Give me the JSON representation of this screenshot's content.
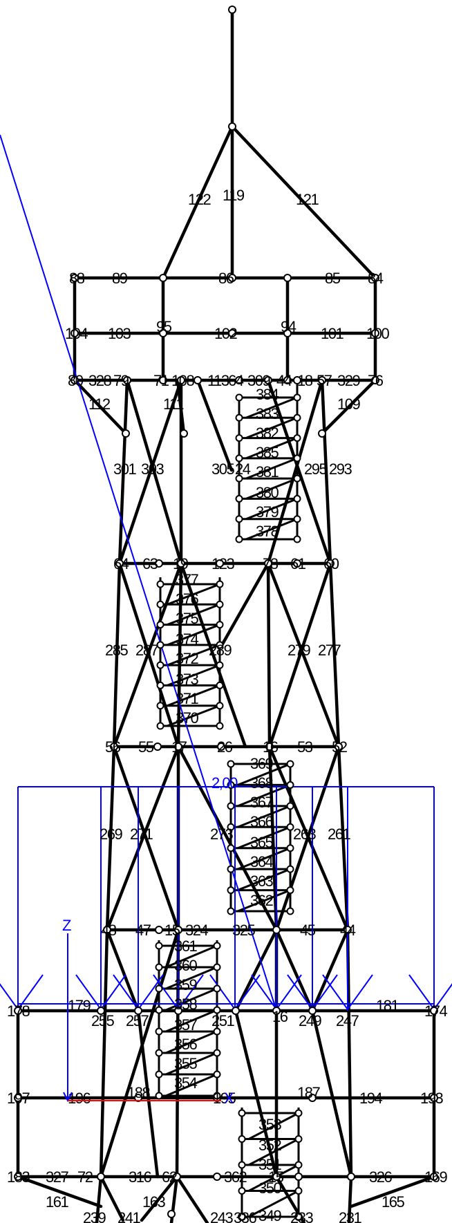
{
  "labels": [
    {
      "id": "l122",
      "t": "122"
    },
    {
      "id": "l119",
      "t": "119"
    },
    {
      "id": "l121",
      "t": "121"
    },
    {
      "id": "l88",
      "t": "88"
    },
    {
      "id": "l89",
      "t": "89"
    },
    {
      "id": "l86",
      "t": "86"
    },
    {
      "id": "l85",
      "t": "85"
    },
    {
      "id": "l84",
      "t": "84"
    },
    {
      "id": "l104",
      "t": "104"
    },
    {
      "id": "l103",
      "t": "103"
    },
    {
      "id": "l95",
      "t": "95"
    },
    {
      "id": "l102",
      "t": "102"
    },
    {
      "id": "l94",
      "t": "94"
    },
    {
      "id": "l101",
      "t": "101"
    },
    {
      "id": "l100",
      "t": "100"
    },
    {
      "id": "l80",
      "t": "80"
    },
    {
      "id": "l328",
      "t": "328"
    },
    {
      "id": "l79",
      "t": "79"
    },
    {
      "id": "l71",
      "t": "71"
    },
    {
      "id": "l108",
      "t": "108"
    },
    {
      "id": "l113",
      "t": "113"
    },
    {
      "id": "l64",
      "t": "64"
    },
    {
      "id": "l309",
      "t": "309"
    },
    {
      "id": "l44",
      "t": "44"
    },
    {
      "id": "l18",
      "t": "18"
    },
    {
      "id": "l57",
      "t": "57"
    },
    {
      "id": "l329",
      "t": "329"
    },
    {
      "id": "l76",
      "t": "76"
    },
    {
      "id": "l112",
      "t": "112"
    },
    {
      "id": "l111",
      "t": "111"
    },
    {
      "id": "l109",
      "t": "109"
    },
    {
      "id": "l384",
      "t": "384"
    },
    {
      "id": "l383",
      "t": "383"
    },
    {
      "id": "l382",
      "t": "382"
    },
    {
      "id": "l385",
      "t": "385"
    },
    {
      "id": "l381",
      "t": "381"
    },
    {
      "id": "l380",
      "t": "380"
    },
    {
      "id": "l379",
      "t": "379"
    },
    {
      "id": "l378",
      "t": "378"
    },
    {
      "id": "l301",
      "t": "301"
    },
    {
      "id": "l303",
      "t": "303"
    },
    {
      "id": "l305",
      "t": "305"
    },
    {
      "id": "l24",
      "t": "24"
    },
    {
      "id": "l295",
      "t": "295"
    },
    {
      "id": "l293",
      "t": "293"
    },
    {
      "id": "l64b",
      "t": "64"
    },
    {
      "id": "l63",
      "t": "63"
    },
    {
      "id": "l19",
      "t": "19"
    },
    {
      "id": "l123",
      "t": "123"
    },
    {
      "id": "l78",
      "t": "78"
    },
    {
      "id": "l61",
      "t": "61"
    },
    {
      "id": "l60",
      "t": "60"
    },
    {
      "id": "l377",
      "t": "377"
    },
    {
      "id": "l376",
      "t": "376"
    },
    {
      "id": "l375",
      "t": "375"
    },
    {
      "id": "l374",
      "t": "374"
    },
    {
      "id": "l372",
      "t": "372"
    },
    {
      "id": "l373",
      "t": "373"
    },
    {
      "id": "l371",
      "t": "371"
    },
    {
      "id": "l370",
      "t": "370"
    },
    {
      "id": "l285",
      "t": "285"
    },
    {
      "id": "l287",
      "t": "287"
    },
    {
      "id": "l289",
      "t": "289"
    },
    {
      "id": "l279",
      "t": "279"
    },
    {
      "id": "l277",
      "t": "277"
    },
    {
      "id": "l56",
      "t": "56"
    },
    {
      "id": "l55",
      "t": "55"
    },
    {
      "id": "l17",
      "t": "17"
    },
    {
      "id": "l26",
      "t": "26"
    },
    {
      "id": "l16t",
      "t": "16"
    },
    {
      "id": "l53",
      "t": "53"
    },
    {
      "id": "l52",
      "t": "52"
    },
    {
      "id": "l369",
      "t": "369"
    },
    {
      "id": "l368",
      "t": "368"
    },
    {
      "id": "l367",
      "t": "367"
    },
    {
      "id": "l366",
      "t": "366"
    },
    {
      "id": "l365",
      "t": "365"
    },
    {
      "id": "l364",
      "t": "364"
    },
    {
      "id": "l363",
      "t": "363"
    },
    {
      "id": "l362",
      "t": "362"
    },
    {
      "id": "l269",
      "t": "269"
    },
    {
      "id": "l271",
      "t": "271"
    },
    {
      "id": "l273",
      "t": "273"
    },
    {
      "id": "l263",
      "t": "263"
    },
    {
      "id": "l261",
      "t": "261"
    },
    {
      "id": "l48",
      "t": "48"
    },
    {
      "id": "l47",
      "t": "47"
    },
    {
      "id": "l15",
      "t": "15"
    },
    {
      "id": "l324",
      "t": "324"
    },
    {
      "id": "l325",
      "t": "325"
    },
    {
      "id": "l45",
      "t": "45"
    },
    {
      "id": "l44b",
      "t": "44"
    },
    {
      "id": "l361",
      "t": "361"
    },
    {
      "id": "l360",
      "t": "360"
    },
    {
      "id": "l359",
      "t": "359"
    },
    {
      "id": "l358",
      "t": "358"
    },
    {
      "id": "l357",
      "t": "357"
    },
    {
      "id": "l356",
      "t": "356"
    },
    {
      "id": "l355",
      "t": "355"
    },
    {
      "id": "l354",
      "t": "354"
    },
    {
      "id": "l178",
      "t": "178"
    },
    {
      "id": "l179",
      "t": "179"
    },
    {
      "id": "l255",
      "t": "255"
    },
    {
      "id": "l257",
      "t": "257"
    },
    {
      "id": "l251",
      "t": "251"
    },
    {
      "id": "l16",
      "t": "16"
    },
    {
      "id": "l249",
      "t": "249"
    },
    {
      "id": "l247",
      "t": "247"
    },
    {
      "id": "l181",
      "t": "181"
    },
    {
      "id": "l174",
      "t": "174"
    },
    {
      "id": "l197",
      "t": "197"
    },
    {
      "id": "l196",
      "t": "196"
    },
    {
      "id": "l188",
      "t": "188"
    },
    {
      "id": "l195",
      "t": "195"
    },
    {
      "id": "l187",
      "t": "187"
    },
    {
      "id": "l194",
      "t": "194"
    },
    {
      "id": "l193",
      "t": "193"
    },
    {
      "id": "l183",
      "t": "183"
    },
    {
      "id": "l327",
      "t": "327"
    },
    {
      "id": "l72",
      "t": "72"
    },
    {
      "id": "l316",
      "t": "316"
    },
    {
      "id": "l62",
      "t": "62"
    },
    {
      "id": "l362b",
      "t": "362"
    },
    {
      "id": "l15b",
      "t": "15"
    },
    {
      "id": "l326",
      "t": "326"
    },
    {
      "id": "l169",
      "t": "169"
    },
    {
      "id": "l353",
      "t": "353"
    },
    {
      "id": "l352",
      "t": "352"
    },
    {
      "id": "l351",
      "t": "351"
    },
    {
      "id": "l350",
      "t": "350"
    },
    {
      "id": "l349",
      "t": "349"
    },
    {
      "id": "l161",
      "t": "161"
    },
    {
      "id": "l163",
      "t": "163"
    },
    {
      "id": "l165",
      "t": "165"
    },
    {
      "id": "l239",
      "t": "239"
    },
    {
      "id": "l241",
      "t": "241"
    },
    {
      "id": "l243",
      "t": "243"
    },
    {
      "id": "l336",
      "t": "336"
    },
    {
      "id": "l233",
      "t": "233"
    },
    {
      "id": "l231",
      "t": "231"
    }
  ],
  "load": {
    "value_label": "2,00"
  },
  "axes": {
    "z_label": "Z",
    "x_label": "X"
  },
  "colors": {
    "frame": "#000000",
    "load": "#0000ff",
    "axis_x": "#ff0000"
  }
}
